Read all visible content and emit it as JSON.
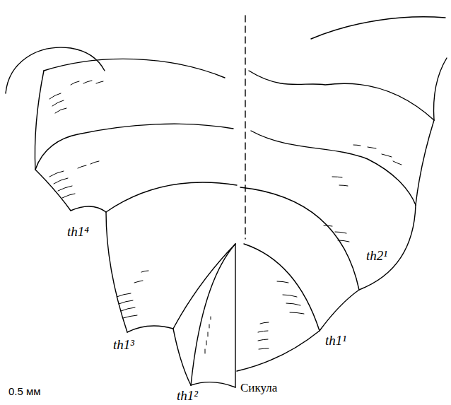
{
  "diagram": {
    "labels": [
      "th1⁴",
      "th1³",
      "th1²",
      "Сикула",
      "th1¹",
      "th2¹",
      "0.5 мм"
    ]
  }
}
